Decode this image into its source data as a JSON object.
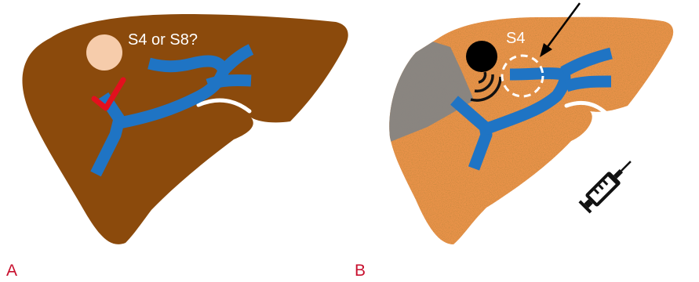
{
  "panel_a": {
    "letter": "A",
    "segment_question": "S4 or S8?",
    "liver_color": "#8b4a0c",
    "vessel_color": "#1f74c4",
    "tumor_color": "#f6ccab",
    "check_color": "#e3101e",
    "icons": [
      "liver-icon",
      "portal-vein-icon",
      "tumor-icon",
      "checkmark-icon"
    ]
  },
  "panel_b": {
    "letter": "B",
    "segment_label": "S4",
    "liver_color": "#e8924a",
    "ischemic_color": "#8a8580",
    "vessel_color": "#1f74c4",
    "icons": [
      "liver-icon",
      "stained-region",
      "portal-vein-icon",
      "ultrasound-probe-icon",
      "target-circle-icon",
      "arrow-icon",
      "syringe-icon"
    ]
  }
}
